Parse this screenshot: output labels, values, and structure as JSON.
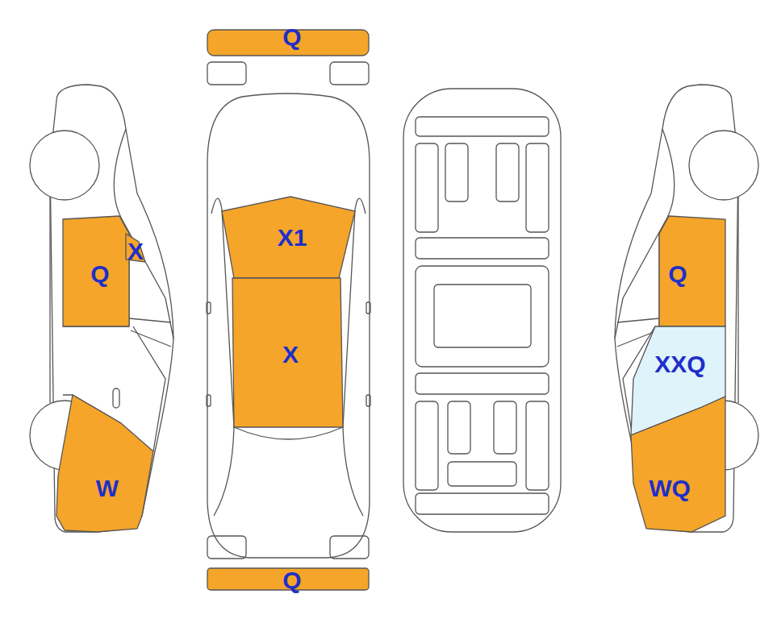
{
  "diagram": {
    "nodes": [
      {
        "text": [
          "Q"
        ]
      },
      {
        "text": [
          "Q"
        ]
      },
      {
        "text": [
          "X"
        ],
        "in": 1
      },
      {
        "text": [
          "W"
        ]
      },
      {
        "text": [
          "X1"
        ]
      },
      {
        "text": [
          "X"
        ]
      },
      {
        "text": [
          "Q"
        ]
      },
      {
        "text": [
          "XXQ"
        ]
      },
      {
        "text": [
          "WQ"
        ]
      },
      {
        "text": [
          "Q"
        ]
      }
    ]
  }
}
